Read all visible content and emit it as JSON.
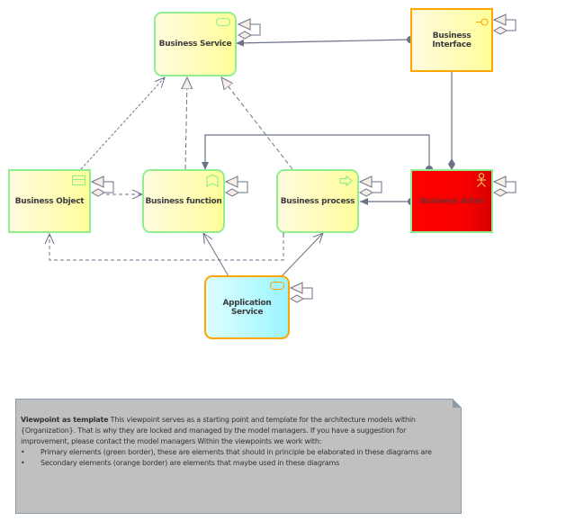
{
  "diagram": {
    "nodes": [
      {
        "id": "business-service",
        "label": "Business Service",
        "type": "service",
        "border": "green"
      },
      {
        "id": "business-interface",
        "label": "Business Interface",
        "type": "interface",
        "border": "orange"
      },
      {
        "id": "business-object",
        "label": "Business Object",
        "type": "object",
        "border": "green"
      },
      {
        "id": "business-function",
        "label": "Business function",
        "type": "function",
        "border": "green"
      },
      {
        "id": "business-process",
        "label": "Business process",
        "type": "process",
        "border": "green"
      },
      {
        "id": "business-actor",
        "label": "Business Actor",
        "type": "actor",
        "border": "green"
      },
      {
        "id": "application-service",
        "label": "Application Service",
        "type": "service",
        "border": "orange"
      }
    ],
    "connectors": [
      {
        "from": "business-interface",
        "to": "business-service",
        "kind": "assignment"
      },
      {
        "from": "business-actor",
        "to": "business-interface",
        "kind": "composition"
      },
      {
        "from": "business-actor",
        "to": "business-function",
        "kind": "assignment"
      },
      {
        "from": "business-actor",
        "to": "business-process",
        "kind": "assignment"
      },
      {
        "from": "business-function",
        "to": "business-service",
        "kind": "realization"
      },
      {
        "from": "business-process",
        "to": "business-service",
        "kind": "realization"
      },
      {
        "from": "business-object",
        "to": "business-service",
        "kind": "access"
      },
      {
        "from": "business-object",
        "to": "business-function",
        "kind": "access"
      },
      {
        "from": "business-process",
        "to": "business-object",
        "kind": "access"
      },
      {
        "from": "application-service",
        "to": "business-function",
        "kind": "serving"
      },
      {
        "from": "application-service",
        "to": "business-process",
        "kind": "serving"
      }
    ]
  },
  "note": {
    "title": "Viewpoint as template",
    "body": " This viewpoint serves as a starting point and template for the architecture models within {Organization}. That is why they are locked and managed by the model managers.  If you have a suggestion for improvement, please contact the model managers Within the viewpoints we work with:",
    "bullets": [
      {
        "symbol": "•",
        "text": "Primary elements (green border), these are elements that should in principle be elaborated in these diagrams  are"
      },
      {
        "symbol": "•",
        "text": "Secondary elements (orange border) are elements that maybe used in these diagrams"
      }
    ]
  },
  "colors": {
    "primary_border": "#90ee90",
    "secondary_border": "#ffa500",
    "connector": "#6b7389",
    "actor_fill": "#ff0000",
    "note_fill": "#c0c0c0"
  }
}
